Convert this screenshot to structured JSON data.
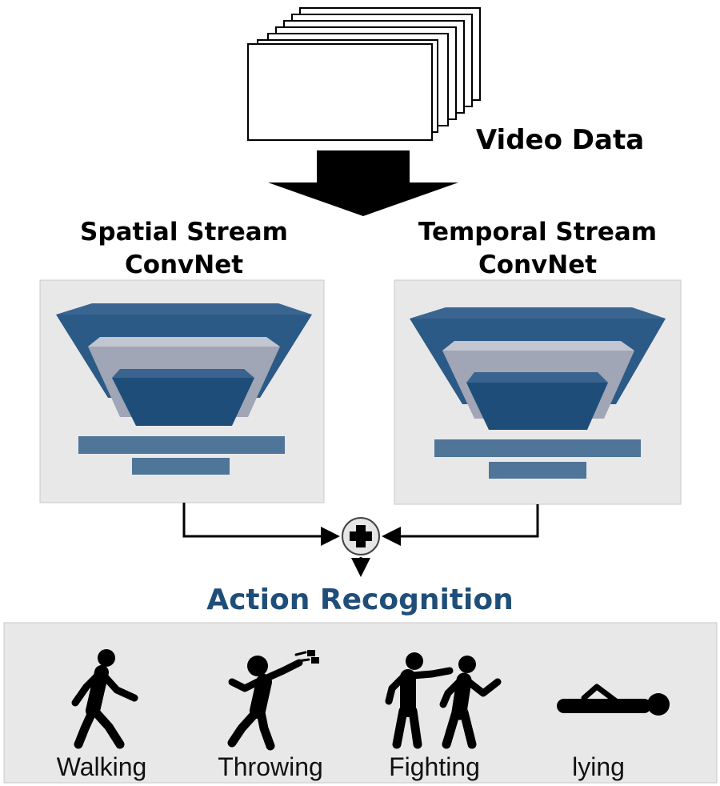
{
  "input": {
    "label": "Video Data"
  },
  "streams": {
    "spatial": {
      "line1": "Spatial Stream",
      "line2": "ConvNet"
    },
    "temporal": {
      "line1": "Temporal Stream",
      "line2": "ConvNet"
    }
  },
  "fusion": {
    "icon": "plus-icon"
  },
  "output": {
    "title": "Action Recognition"
  },
  "actions": [
    {
      "label": "Walking",
      "icon": "walking-person-icon"
    },
    {
      "label": "Throwing",
      "icon": "throwing-person-icon"
    },
    {
      "label": "Fighting",
      "icon": "fighting-people-icon"
    },
    {
      "label": "lying",
      "icon": "lying-person-icon"
    }
  ],
  "colors": {
    "accent": "#1f4e79",
    "layer_dark": "#2c5a86",
    "layer_light": "#a0a6b5",
    "panel_bg": "#e8e8e8"
  }
}
